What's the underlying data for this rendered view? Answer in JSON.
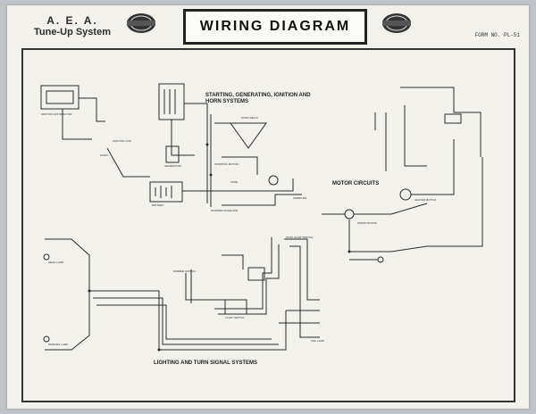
{
  "header": {
    "brand_line1": "A. E. A.",
    "brand_line2": "Tune-Up System",
    "title": "WIRING DIAGRAM",
    "form_number": "FORM NO. PL-51"
  },
  "sections": {
    "starting": "STARTING, GENERATING, IGNITION AND HORN SYSTEMS",
    "motor": "MOTOR CIRCUITS",
    "lighting": "LIGHTING AND TURN SIGNAL SYSTEMS"
  },
  "components": {
    "battery": "BATTERY",
    "generator": "GENERATOR",
    "ignition_distributor": "IGNITION DISTRIBUTOR",
    "starting_motor": "STARTING MOTOR",
    "horn": "HORN",
    "horn_relay": "HORN RELAY",
    "starter_solenoid": "STARTER SOLENOID",
    "ignition_coil": "IGNITION COIL",
    "ammeter": "AMMETER",
    "fuse": "FUSE",
    "dimmer_switch": "DIMMER SWITCH",
    "light_switch": "LIGHT SWITCH",
    "stop_light_switch": "STOP LIGHT SWITCH",
    "head_lamp": "HEAD LAMP",
    "tail_lamp": "TAIL LAMP",
    "parking_lamp": "PARKING LAMP",
    "wiper_motor": "WIPER MOTOR",
    "heater_motor": "HEATER MOTOR"
  }
}
